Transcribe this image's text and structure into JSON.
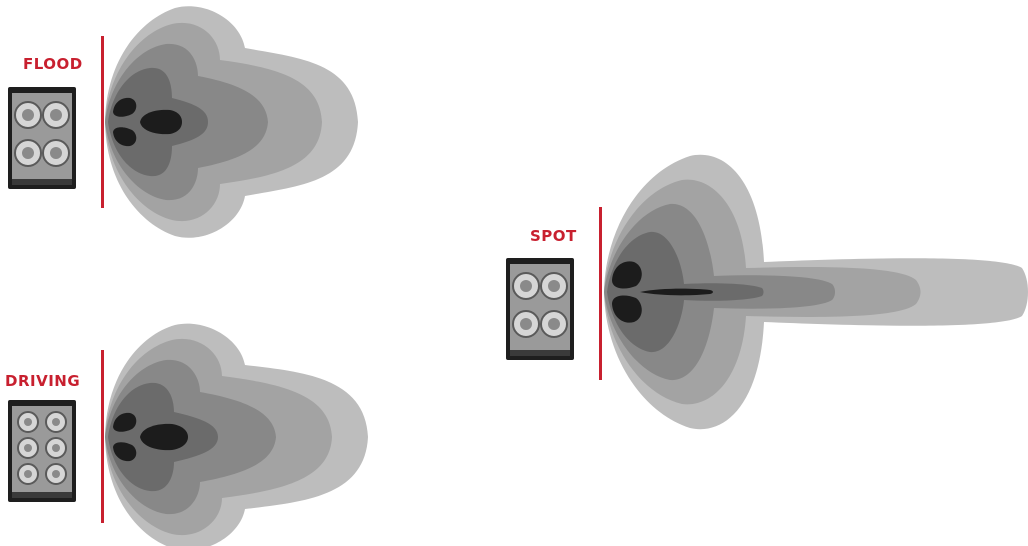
{
  "colors": {
    "accent": "#c8202f",
    "band1": "#bdbdbd",
    "band2": "#a3a3a3",
    "band3": "#888888",
    "band4": "#6b6b6b",
    "core": "#1c1c1c",
    "housing": "#1e1e1e"
  },
  "patterns": {
    "flood": {
      "label": "FLOOD",
      "light_icon": "square-led-light-4-lens-icon",
      "beam_icon": "flood-beam-pattern-icon"
    },
    "driving": {
      "label": "DRIVING",
      "light_icon": "square-led-light-6-lens-icon",
      "beam_icon": "driving-beam-pattern-icon"
    },
    "spot": {
      "label": "SPOT",
      "light_icon": "square-led-light-4-lens-icon",
      "beam_icon": "spot-beam-pattern-icon"
    }
  }
}
